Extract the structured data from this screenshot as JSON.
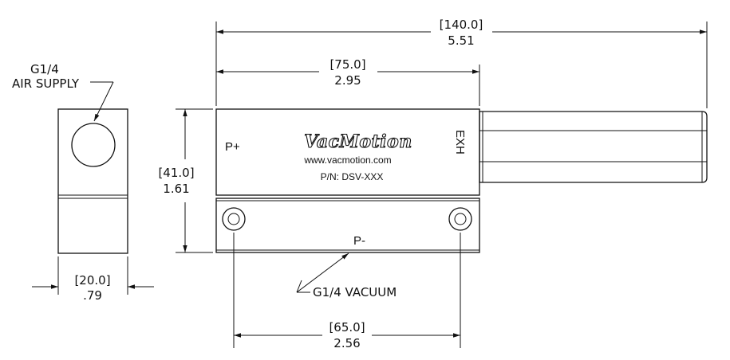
{
  "dimensions": {
    "overall_length": {
      "metric": "[140.0]",
      "imperial": "5.51"
    },
    "body_length": {
      "metric": "[75.0]",
      "imperial": "2.95"
    },
    "height": {
      "metric": "[41.0]",
      "imperial": "1.61"
    },
    "width": {
      "metric": "[20.0]",
      "imperial": ".79"
    },
    "port_spacing": {
      "metric": "[65.0]",
      "imperial": "2.56"
    }
  },
  "callouts": {
    "air_supply_line1": "G1/4",
    "air_supply_line2": "AIR SUPPLY",
    "vacuum": "G1/4 VACUUM"
  },
  "body_markings": {
    "brand": "VacMotion",
    "website": "www.vacmotion.com",
    "part_number": "P/N: DSV-XXX",
    "pressure_port": "P+",
    "vacuum_port": "P-",
    "exhaust": "EXH"
  }
}
